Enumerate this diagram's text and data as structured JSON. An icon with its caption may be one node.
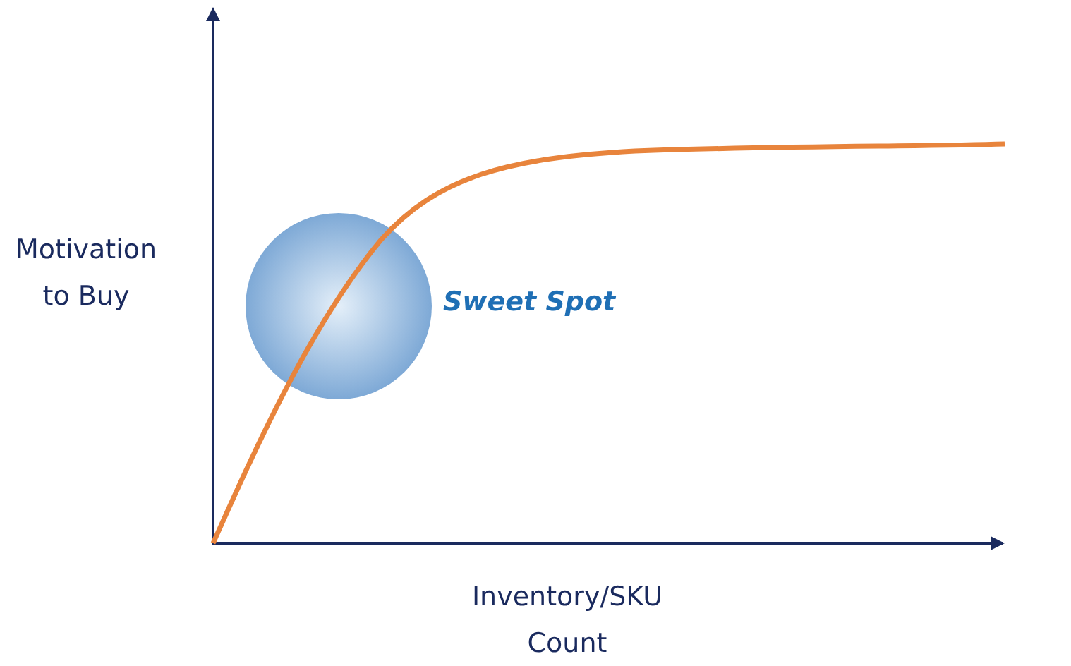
{
  "diagram": {
    "nodes": [
      {
        "text": [],
        "shape": "circle",
        "beside": [
          "Sweet Spot"
        ]
      }
    ],
    "labels": [
      "Motivation to Buy",
      "Inventory/SKU Count"
    ]
  }
}
